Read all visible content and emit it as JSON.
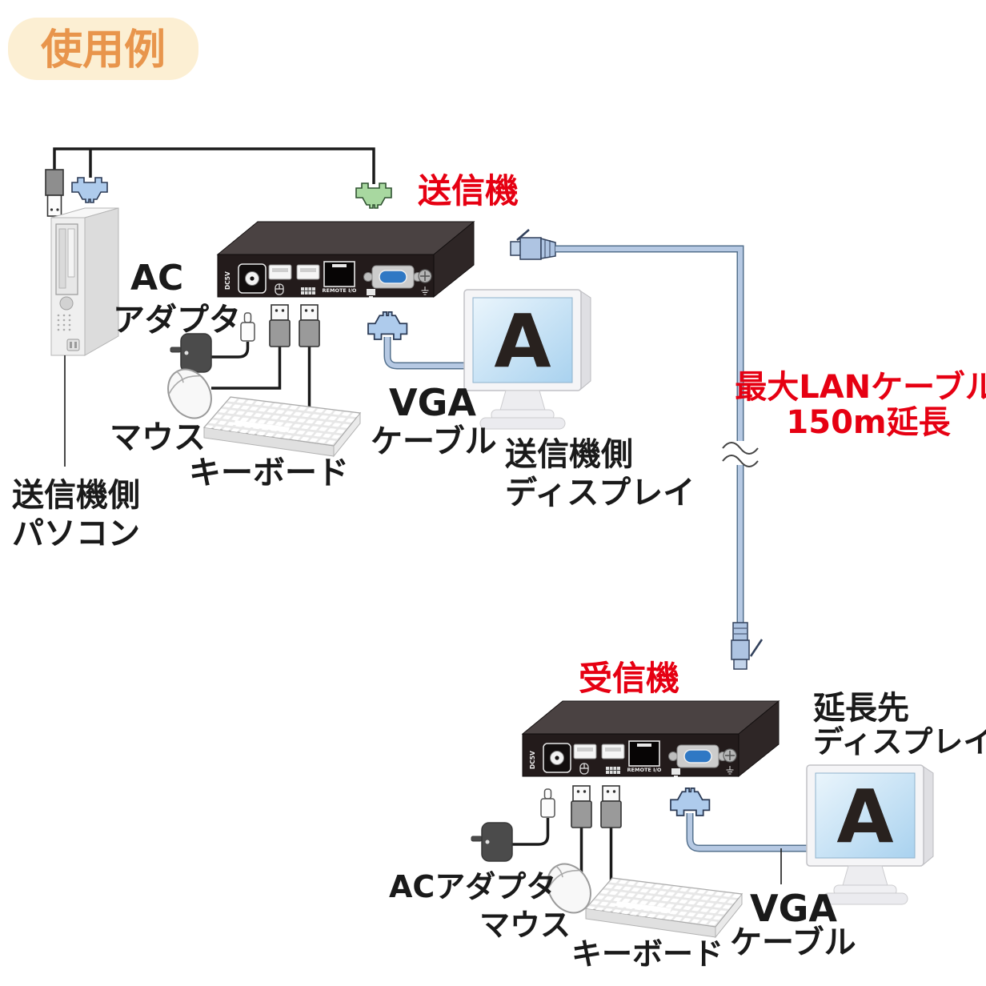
{
  "badge": {
    "label": "使用例"
  },
  "colors": {
    "accent_red": "#e60012",
    "badge_text": "#e8954c",
    "badge_bg": "#fcefd3",
    "lan_cable": "#b6c9e3",
    "vga_port_blue": "#2f78c4",
    "connector_blue": "#aecbec",
    "connector_green": "#a8d8a0",
    "device_black": "#231b1b"
  },
  "transmitter": {
    "title": "送信機",
    "panel": {
      "dc_label": "DC5V",
      "remote_label": "REMOTE I/O"
    },
    "pc_label": [
      "送信機側",
      "パソコン"
    ],
    "ac_adapter_label": [
      "AC",
      "アダプタ"
    ],
    "mouse_label": "マウス",
    "keyboard_label": "キーボード",
    "vga_cable_label": [
      "VGA",
      "ケーブル"
    ],
    "display_label": [
      "送信機側",
      "ディスプレイ"
    ],
    "display_letter": "A"
  },
  "lan_cable": {
    "note": [
      "最大LANケーブル",
      "150m延長"
    ]
  },
  "receiver": {
    "title": "受信機",
    "panel": {
      "dc_label": "DC5V",
      "remote_label": "REMOTE I/O"
    },
    "ac_adapter_label": "ACアダプタ",
    "mouse_label": "マウス",
    "keyboard_label": "キーボード",
    "vga_cable_label": [
      "VGA",
      "ケーブル"
    ],
    "display_label": [
      "延長先",
      "ディスプレイ"
    ],
    "display_letter": "A"
  }
}
